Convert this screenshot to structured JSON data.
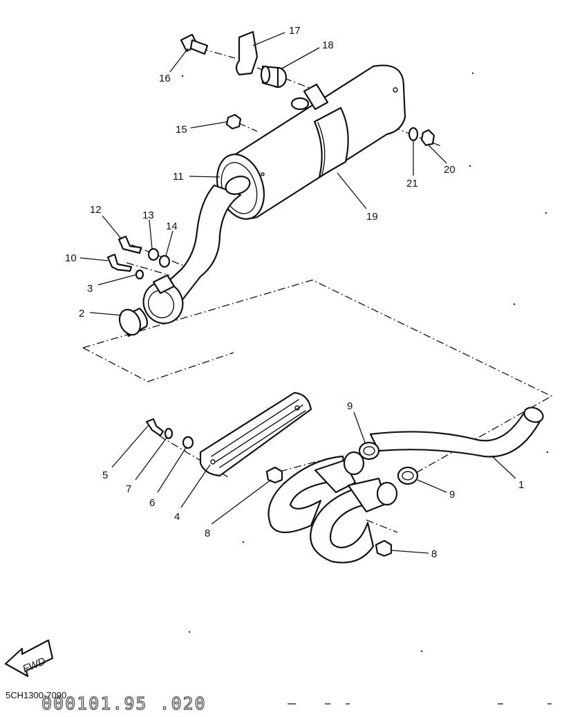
{
  "diagram": {
    "callouts": [
      {
        "id": "c16",
        "text": "16"
      },
      {
        "id": "c17",
        "text": "17"
      },
      {
        "id": "c18",
        "text": "18"
      },
      {
        "id": "c15",
        "text": "15"
      },
      {
        "id": "c11",
        "text": "11"
      },
      {
        "id": "c19",
        "text": "19"
      },
      {
        "id": "c21",
        "text": "21"
      },
      {
        "id": "c20",
        "text": "20"
      },
      {
        "id": "c12",
        "text": "12"
      },
      {
        "id": "c13",
        "text": "13"
      },
      {
        "id": "c14",
        "text": "14"
      },
      {
        "id": "c10",
        "text": "10"
      },
      {
        "id": "c3",
        "text": "3"
      },
      {
        "id": "c2",
        "text": "2"
      },
      {
        "id": "c9a",
        "text": "9"
      },
      {
        "id": "c9b",
        "text": "9"
      },
      {
        "id": "c1",
        "text": "1"
      },
      {
        "id": "c5",
        "text": "5"
      },
      {
        "id": "c7",
        "text": "7"
      },
      {
        "id": "c6",
        "text": "6"
      },
      {
        "id": "c4",
        "text": "4"
      },
      {
        "id": "c8a",
        "text": "8"
      },
      {
        "id": "c8b",
        "text": "8"
      }
    ],
    "fwd_label": "FWD",
    "diagram_code": "5CH1300-7090",
    "serial_watermark": "000101.95 .020"
  }
}
